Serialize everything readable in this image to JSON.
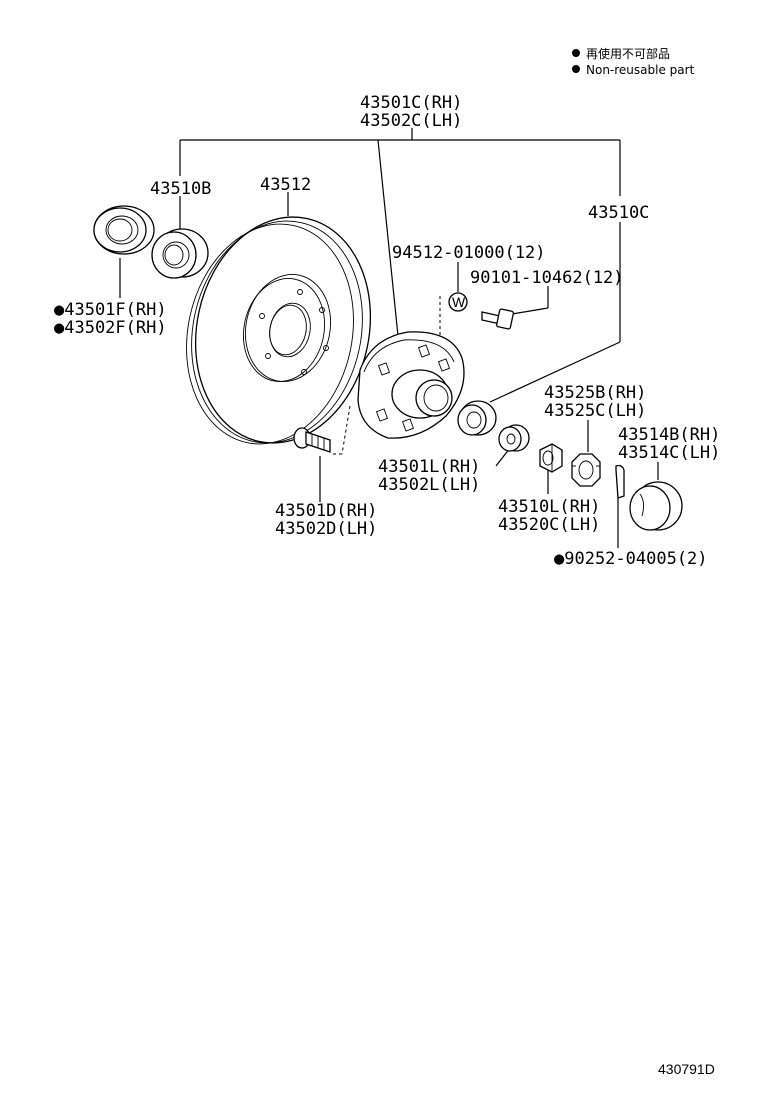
{
  "legend": {
    "reuse_cn": "再使用不可部品",
    "reuse_en": "Non-reusable part"
  },
  "labels": {
    "hub_rh": "43501C(RH)",
    "hub_lh": "43502C(LH)",
    "bearing_inner": "43510B",
    "disc": "43512",
    "bearing_outer": "43510C",
    "washer_code": "94512-01000(12)",
    "bolt_code": "90101-10462(12)",
    "seal_rh": "●43501F(RH)",
    "seal_lh": "●43502F(RH)",
    "lock_rh": "43525B(RH)",
    "lock_lh": "43525C(LH)",
    "cap_rh": "43514B(RH)",
    "cap_lh": "43514C(LH)",
    "washer_rh": "43501L(RH)",
    "washer_lh": "43502L(LH)",
    "nut_rh": "43510L(RH)",
    "nut_lh": "43520C(LH)",
    "pin": "●90252-04005(2)",
    "stud_rh": "43501D(RH)",
    "stud_lh": "43502D(LH)",
    "washer_mark": "W"
  },
  "diagram_code": "430791D"
}
